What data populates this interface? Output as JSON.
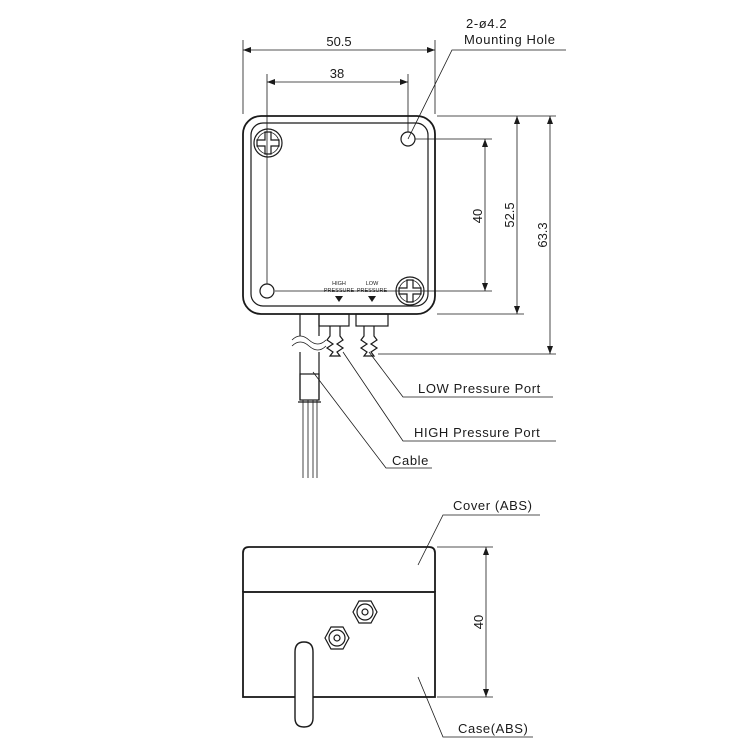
{
  "top_view": {
    "dims": {
      "width_overall": "50.5",
      "hole_spacing_h": "38",
      "hole_spacing_v": "40",
      "height_body": "52.5",
      "height_total": "63.3"
    },
    "callouts": {
      "mounting_hole_line1": "2-ø4.2",
      "mounting_hole_line2": "Mounting Hole",
      "low_port": "LOW Pressure Port",
      "high_port": "HIGH Pressure Port",
      "cable": "Cable"
    },
    "port_marks": {
      "high_line1": "HIGH",
      "high_line2": "PRESSURE",
      "low_line1": "LOW",
      "low_line2": "PRESSURE"
    }
  },
  "side_view": {
    "dims": {
      "height": "40"
    },
    "callouts": {
      "cover": "Cover (ABS)",
      "case": "Case(ABS)"
    }
  }
}
